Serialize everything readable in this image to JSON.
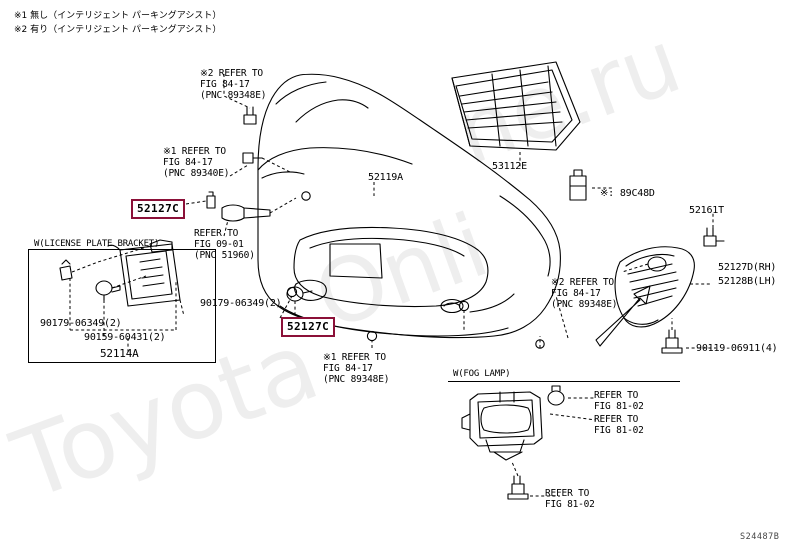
{
  "diagram": {
    "notes": [
      "※1 無し（インテリジェント パーキングアシスト）",
      "※2 有り（インテリジェント パーキングアシスト）"
    ],
    "figure_code": "S24487B",
    "accent_color": "#8B1038",
    "watermark": "Toyota-Online.ru"
  },
  "callouts": {
    "refer_84_17_348e_top": "※2 REFER TO\nFIG 84-17\n(PNC 89348E)",
    "refer_84_17_340e_left": "※1 REFER TO\nFIG 84-17\n(PNC 89340E)",
    "refer_09_01": "REFER TO\nFIG 09-01\n(PNC 51960)",
    "refer_84_17_348e_right": "※2 REFER TO\nFIG 84-17\n(PNC 89348E)",
    "refer_84_17_348e_bottom": "※1 REFER TO\nFIG 84-17\n(PNC 89348E)",
    "refer_81_02_a": "REFER TO\nFIG 81-02",
    "refer_81_02_b": "REFER TO\nFIG 81-02",
    "refer_81_02_c": "REFER TO\nFIG 81-02"
  },
  "part_numbers": {
    "bumper_cover": "52119A",
    "radiator_grille": "53112E",
    "sensor_89c48d": "※: 89C48D",
    "clip_52161t": "52161T",
    "cover_rh": "52127D(RH)",
    "cover_lh": "52128B(LH)",
    "bolt_90119": "90119-06911(4)",
    "screw_90179_center": "90179-06349(2)",
    "retainer_1": "52127C",
    "retainer_2": "52127C"
  },
  "license_plate_panel": {
    "title": "W(LICENSE PLATE BRACKET)",
    "screw_a": "90179-06349(2)",
    "screw_b": "90159-60431(2)",
    "bracket": "52114A"
  },
  "fog_lamp_panel": {
    "title": "W(FOG LAMP)"
  }
}
